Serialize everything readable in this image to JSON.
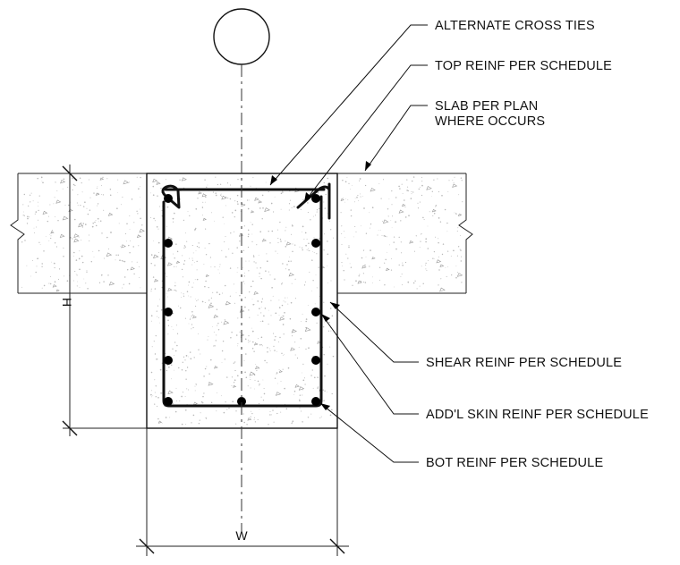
{
  "notes": {
    "cross_ties": "ALTERNATE CROSS TIES",
    "top_reinf": "TOP REINF PER SCHEDULE",
    "slab_line1": "SLAB PER PLAN",
    "slab_line2": "WHERE OCCURS",
    "shear_reinf": "SHEAR REINF PER  SCHEDULE",
    "skin_reinf": "ADD'L SKIN REINF PER SCHEDULE",
    "bot_reinf": "BOT REINF PER SCHEDULE"
  },
  "dimensions": {
    "height_label": "H",
    "width_label": "W"
  },
  "grid_bubble": {
    "label": ""
  },
  "reinforcement": {
    "top_bars": 2,
    "bottom_bars": 3,
    "skin_bars_per_face": 3
  }
}
